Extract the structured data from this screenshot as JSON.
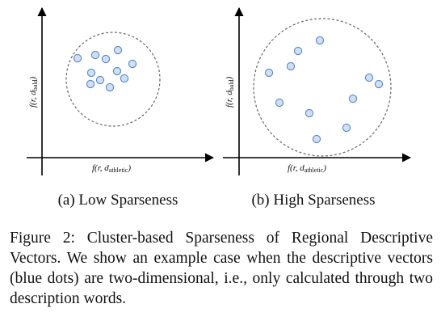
{
  "panels": [
    {
      "axis_x_label": "f(r, d",
      "axis_x_sub": "athletic",
      "axis_y_label": "f(r, d",
      "axis_y_sub": "bald",
      "label_close": ")",
      "caption": "(a) Low Sparseness"
    },
    {
      "axis_x_label": "f(r, d",
      "axis_x_sub": "athletic",
      "axis_y_label": "f(r, d",
      "axis_y_sub": "bald",
      "label_close": ")",
      "caption": "(b) High Sparseness"
    }
  ],
  "figure_caption": "Figure 2:  Cluster-based Sparseness of Regional Descriptive Vectors.  We show an example case when the descriptive vectors (blue dots) are two-dimensional, i.e., only calculated through two description words.",
  "colors": {
    "dot_fill": "#cfe0f5",
    "dot_stroke": "#5b86c4",
    "axis": "#000000",
    "cluster_outline": "#666666"
  }
}
